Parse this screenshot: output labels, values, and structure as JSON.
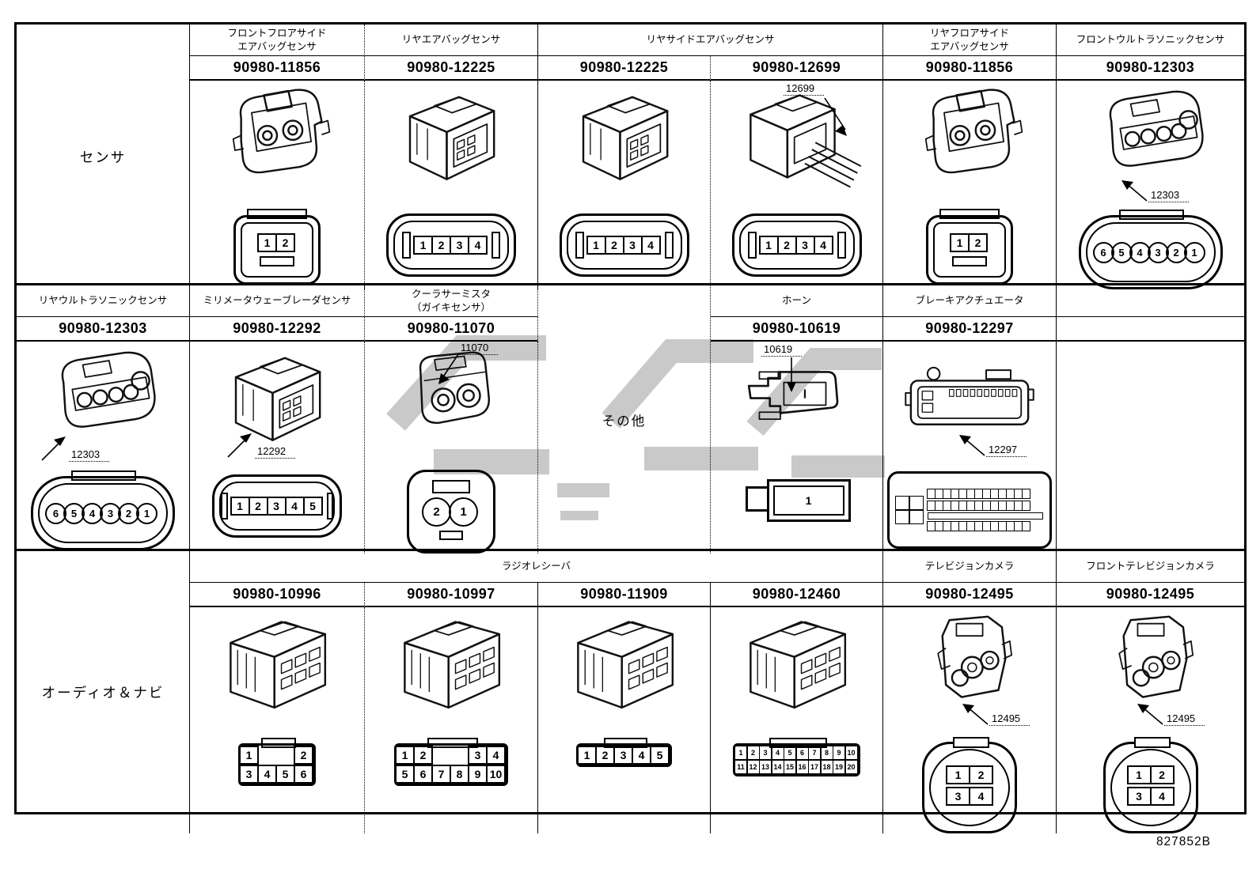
{
  "page": {
    "doc_number": "827852B",
    "watermark_color": "#c9c9c9"
  },
  "bands": [
    {
      "label": "センサ",
      "cells": [
        {
          "header": "フロントフロアサイド\nエアバッグセンサ",
          "part": "90980-11856",
          "art": "airbag-sensor-round",
          "front": {
            "type": "tab2",
            "pins": [
              [
                "1",
                "2"
              ]
            ]
          }
        },
        {
          "header": "リヤエアバッグセンサ",
          "part": "90980-12225",
          "art": "airbag-sensor-box",
          "front": {
            "type": "strip",
            "pins": [
              [
                "1",
                "2",
                "3",
                "4"
              ]
            ]
          }
        },
        {
          "header": "リヤサイドエアバッグセンサ",
          "part": "90980-12225",
          "art": "airbag-sensor-box",
          "front": {
            "type": "strip",
            "pins": [
              [
                "1",
                "2",
                "3",
                "4"
              ]
            ]
          }
        },
        {
          "part": "90980-12699",
          "callout": "12699",
          "art": "airbag-sensor-wired",
          "front": {
            "type": "strip",
            "pins": [
              [
                "1",
                "2",
                "3",
                "4"
              ]
            ]
          }
        },
        {
          "header": "リヤフロアサイド\nエアバッグセンサ",
          "part": "90980-11856",
          "art": "airbag-sensor-round",
          "front": {
            "type": "tab2",
            "pins": [
              [
                "1",
                "2"
              ]
            ]
          }
        },
        {
          "header": "フロントウルトラソニックセンサ",
          "part": "90980-12303",
          "callout": "12303",
          "art": "ultrasonic-sensor",
          "front": {
            "type": "circles",
            "pins": [
              [
                "6",
                "5",
                "4",
                "3",
                "2",
                "1"
              ]
            ]
          }
        }
      ]
    },
    {
      "cells": [
        {
          "header": "リヤウルトラソニックセンサ",
          "part": "90980-12303",
          "callout": "12303",
          "art": "ultrasonic-sensor",
          "front": {
            "type": "circles",
            "pins": [
              [
                "6",
                "5",
                "4",
                "3",
                "2",
                "1"
              ]
            ]
          }
        },
        {
          "header": "ミリメータウェーブレーダセンサ",
          "part": "90980-12292",
          "callout": "12292",
          "art": "airbag-sensor-box",
          "front": {
            "type": "strip",
            "pins": [
              [
                "1",
                "2",
                "3",
                "4",
                "5"
              ]
            ]
          }
        },
        {
          "header": "クーラサーミスタ\n（ガイキセンサ）",
          "part": "90980-11070",
          "callout": "11070",
          "art": "cooler-thermistor",
          "front": {
            "type": "circ2",
            "pins": [
              [
                "2",
                "1"
              ]
            ]
          }
        },
        {
          "merged_label": "その他"
        },
        {
          "header": "ホーン",
          "part": "90980-10619",
          "callout": "10619",
          "art": "horn",
          "front": {
            "type": "horn",
            "pins": [
              [
                "1"
              ]
            ]
          }
        },
        {
          "header": "ブレーキアクチュエータ",
          "part": "90980-12297",
          "callout": "12297",
          "art": "brake-actuator",
          "front": {
            "type": "multi",
            "cols": 13,
            "rows": 3
          }
        },
        {
          "header": "",
          "part": ""
        }
      ]
    },
    {
      "label": "オーディオ＆ナビ",
      "group_header": "ラジオレシーバ",
      "cells": [
        {
          "part": "90980-10996",
          "art": "radio-receiver",
          "front": {
            "type": "grid",
            "pins": [
              [
                "1",
                "",
                "",
                "2"
              ],
              [
                "3",
                "4",
                "5",
                "6"
              ]
            ]
          }
        },
        {
          "part": "90980-10997",
          "art": "radio-receiver",
          "front": {
            "type": "grid",
            "pins": [
              [
                "1",
                "2",
                "",
                "",
                "3",
                "4"
              ],
              [
                "5",
                "6",
                "7",
                "8",
                "9",
                "10"
              ]
            ]
          }
        },
        {
          "part": "90980-11909",
          "art": "radio-receiver",
          "front": {
            "type": "grid",
            "pins": [
              [
                "1",
                "2",
                "3",
                "4",
                "5"
              ]
            ]
          }
        },
        {
          "part": "90980-12460",
          "art": "radio-receiver",
          "front": {
            "type": "tinygrid",
            "pins": [
              [
                "1",
                "2",
                "3",
                "4",
                "5",
                "6",
                "7",
                "8",
                "9",
                "10"
              ],
              [
                "11",
                "12",
                "13",
                "14",
                "15",
                "16",
                "17",
                "18",
                "19",
                "20"
              ]
            ]
          }
        },
        {
          "header": "テレビジョンカメラ",
          "part": "90980-12495",
          "callout": "12495",
          "art": "tv-camera",
          "front": {
            "type": "quad",
            "pins": [
              [
                "1",
                "2"
              ],
              [
                "3",
                "4"
              ]
            ]
          }
        },
        {
          "header": "フロントテレビジョンカメラ",
          "part": "90980-12495",
          "callout": "12495",
          "art": "tv-camera",
          "front": {
            "type": "quad",
            "pins": [
              [
                "1",
                "2"
              ],
              [
                "3",
                "4"
              ]
            ]
          }
        }
      ]
    }
  ]
}
